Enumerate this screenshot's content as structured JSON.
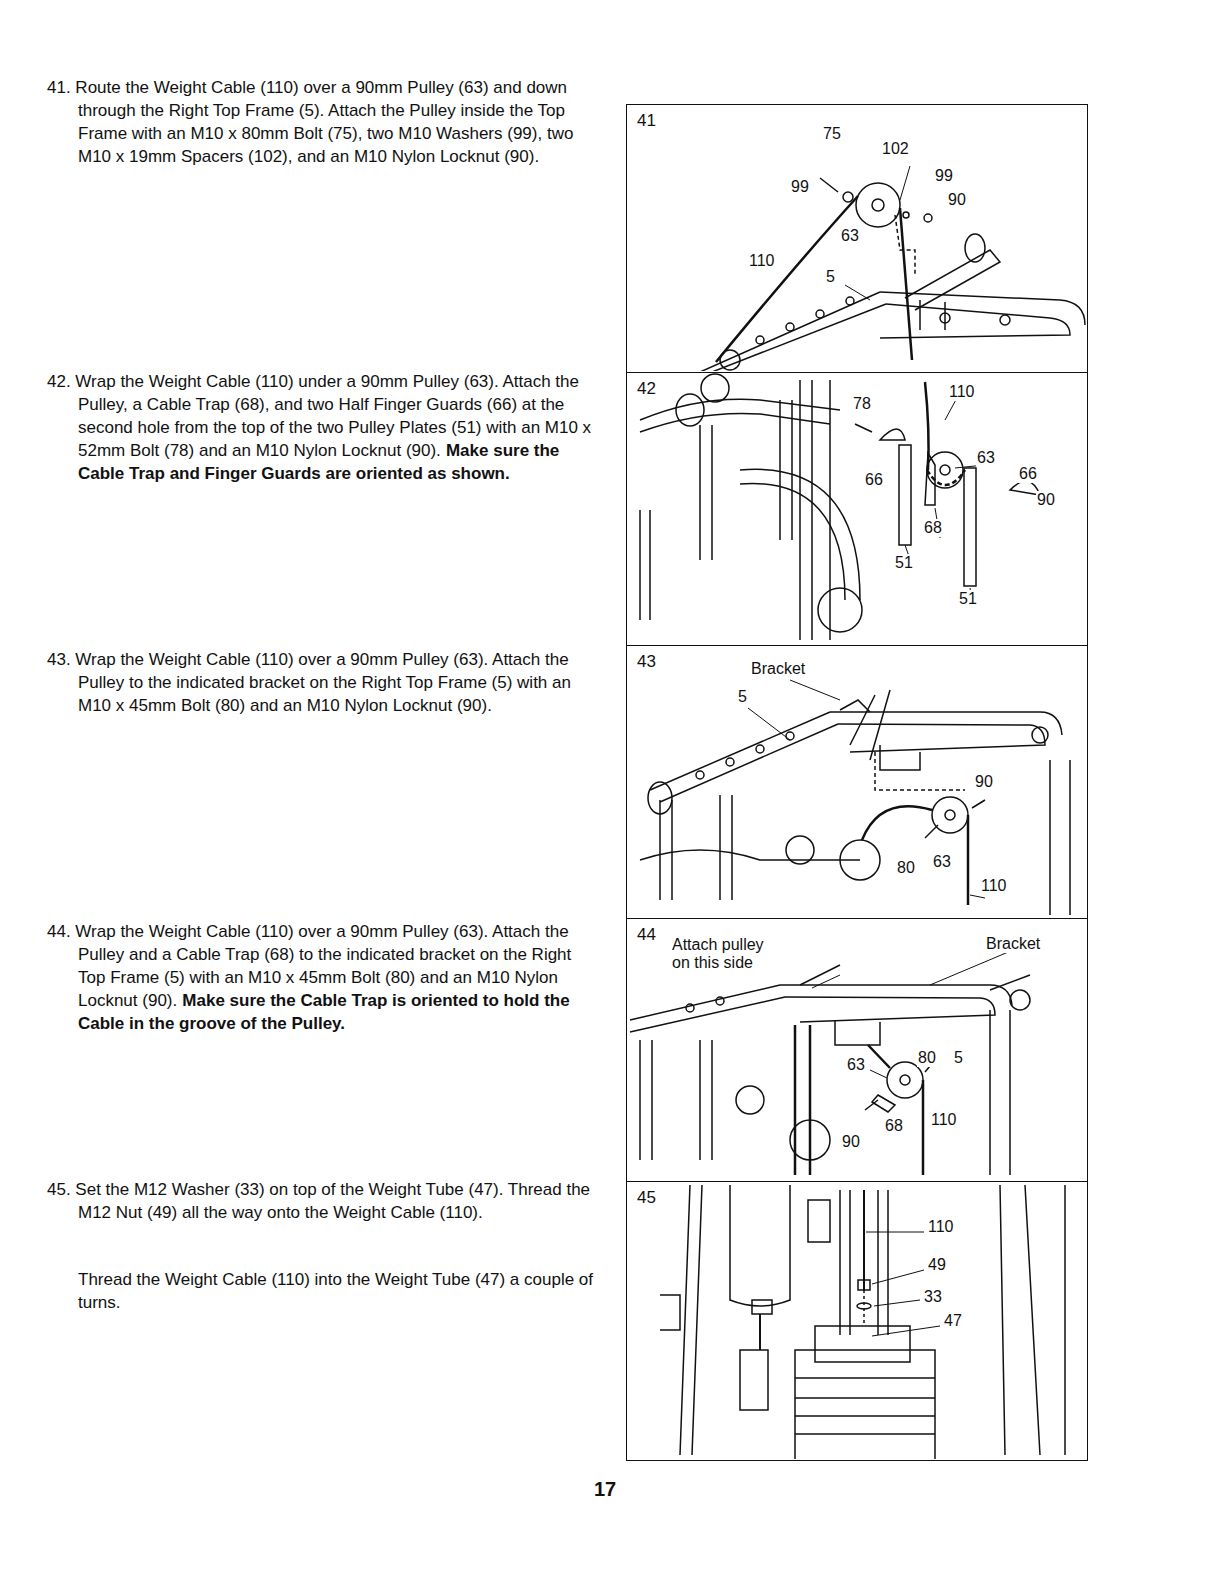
{
  "diagram": {
    "nodes": [
      {
        "text": [
          "41"
        ]
      },
      {
        "text": [
          "42"
        ]
      },
      {
        "text": [
          "43"
        ]
      },
      {
        "text": [
          "44"
        ]
      },
      {
        "text": [
          "45"
        ]
      }
    ],
    "labels": [
      "41. Route the Weight Cable (110) over a 90mm Pulley (63) and down through the Right Top Frame (5). Attach the Pulley inside the Top Frame with an M10 x 80mm Bolt (75), two M10 Washers (99), two M10 x 19mm Spacers (102), and an M10 Nylon Locknut (90).",
      "42. Wrap the Weight Cable (110) under a 90mm Pulley (63). Attach the Pulley, a Cable Trap (68), and two Half Finger Guards (66) at the second hole from the top of the two Pulley Plates (51) with an M10 x 52mm Bolt (78) and an M10 Nylon Locknut (90).",
      "Make sure the Cable Trap and Finger Guards are oriented as shown.",
      "43. Wrap the Weight Cable (110) over a 90mm Pulley (63). Attach the Pulley to the indicated bracket on the Right Top Frame (5) with an M10 x 45mm Bolt (80) and an M10 Nylon Locknut (90).",
      "44. Wrap the Weight Cable (110) over a 90mm Pulley (63). Attach the Pulley and a Cable Trap (68) to the indicated bracket on the Right Top Frame (5) with an M10 x 45mm Bolt (80) and an M10 Nylon Locknut (90).",
      "Make sure the Cable Trap is oriented to hold the Cable in the groove of the Pulley.",
      "45. Set the M12 Washer (33) on top of the Weight Tube (47). Thread the M12 Nut (49) all the way onto the Weight Cable (110).",
      "Thread the Weight Cable (110) into the Weight Tube (47) a couple of turns.",
      "75",
      "102",
      "99",
      "90",
      "99",
      "63",
      "110",
      "5",
      "78",
      "110",
      "63",
      "66",
      "66",
      "90",
      "68",
      "51",
      "51",
      "Bracket",
      "5",
      "90",
      "80",
      "63",
      "110",
      "Attach pulley on this side",
      "Bracket",
      "80",
      "5",
      "63",
      "110",
      "68",
      "90",
      "110",
      "49",
      "33",
      "47",
      "17"
    ]
  }
}
